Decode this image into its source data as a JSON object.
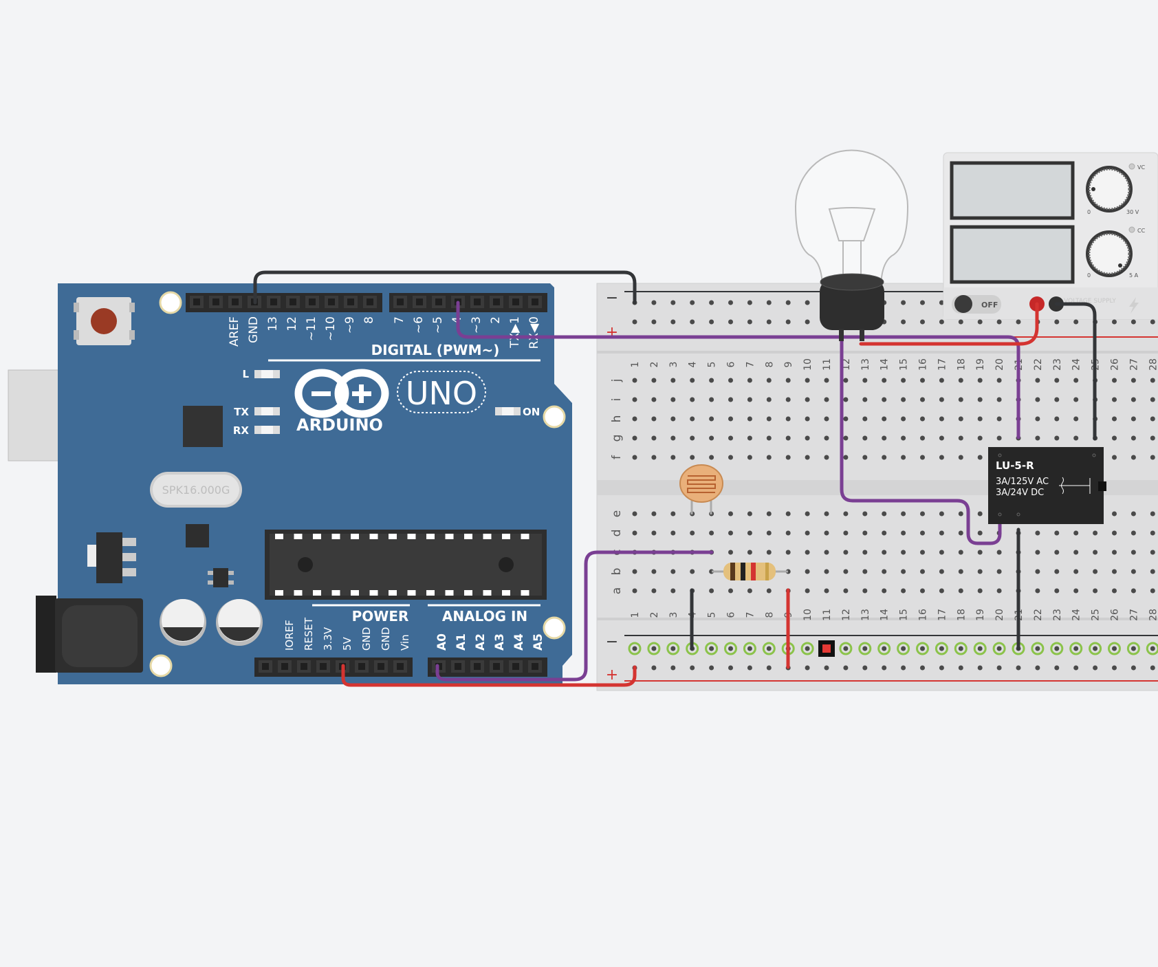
{
  "colors": {
    "canvas": "#f3f4f6",
    "board": "#3f6b96",
    "board_text": "#ffffff",
    "breadboard": "#dededf",
    "hole": "#4a4a4a",
    "wire_black": "#333538",
    "wire_red": "#d43431",
    "wire_purple": "#7a3f93",
    "rail_red": "#d43431",
    "rail_black": "#333538",
    "highlight_hole": "#8bc34a",
    "selected_hole": "#e53935"
  },
  "arduino": {
    "brand": "ARDUINO",
    "model": "UNO",
    "header_digital_label": "DIGITAL (PWM~)",
    "header_power_label": "POWER",
    "header_analog_label": "ANALOG IN",
    "led_l": "L",
    "led_tx": "TX",
    "led_rx": "RX",
    "led_on": "ON",
    "crystal": "SPK16.000G",
    "digital_pins": [
      "AREF",
      "GND",
      "13",
      "12",
      "~11",
      "~10",
      "~9",
      "8",
      "7",
      "~6",
      "~5",
      "4",
      "~3",
      "2",
      "TX▶1",
      "RX◀0"
    ],
    "power_pins": [
      "IOREF",
      "RESET",
      "3.3V",
      "5V",
      "GND",
      "GND",
      "Vin"
    ],
    "analog_pins": [
      "A0",
      "A1",
      "A2",
      "A3",
      "A4",
      "A5"
    ],
    "icons": [
      "reset-button-icon",
      "usb-port-icon",
      "power-jack-icon",
      "capacitor-icon",
      "regulator-icon",
      "chip-icon"
    ]
  },
  "breadboard": {
    "rail_minus": "−",
    "rail_plus": "+",
    "columns": [
      "1",
      "2",
      "3",
      "4",
      "5",
      "6",
      "7",
      "8",
      "9",
      "10",
      "11",
      "12",
      "13",
      "14",
      "15",
      "16",
      "17",
      "18",
      "19",
      "20",
      "21",
      "22",
      "23",
      "24",
      "25",
      "26",
      "27",
      "28"
    ],
    "rows_top": [
      "j",
      "i",
      "h",
      "g",
      "f"
    ],
    "rows_bottom": [
      "e",
      "d",
      "c",
      "b",
      "a"
    ]
  },
  "relay": {
    "name": "LU-5-R",
    "rating_ac": "3A/125V AC",
    "rating_dc": "3A/24V  DC"
  },
  "power_supply": {
    "switch_label": "OFF",
    "vc_label": "VC",
    "cc_label": "CC",
    "v_min": "0",
    "v_max": "30 V",
    "a_min": "0",
    "a_max": "5 A",
    "footer": "VOLTAGE SUPPLY"
  },
  "components": {
    "bulb": "light-bulb",
    "photoresistor": "photoresistor",
    "resistor": "resistor"
  }
}
